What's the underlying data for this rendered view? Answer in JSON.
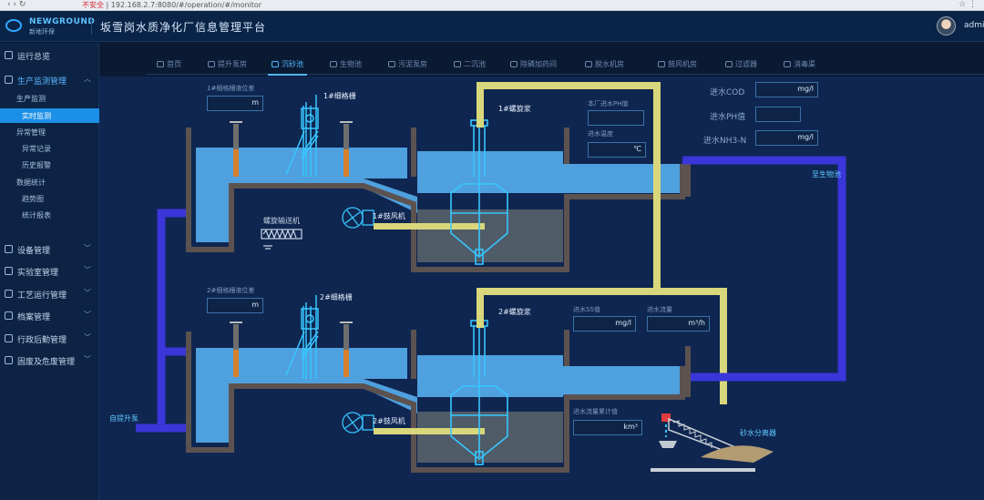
{
  "browser": {
    "nav": "‹ › ↻",
    "security": "不安全",
    "url": "| 192.168.2.7:8080/#/operation/#/monitor",
    "right": "☆ ⋮"
  },
  "header": {
    "logo_name": "NEWGROUND",
    "logo_sub": "新地环保",
    "title": "坂雪岗水质净化厂信息管理平台",
    "user": "admin ▾"
  },
  "sidebar": {
    "items": [
      {
        "label": "运行总览",
        "chev": ""
      },
      {
        "label": "生产监测管理",
        "chev": "︿"
      },
      {
        "label": "设备管理",
        "chev": "﹀"
      },
      {
        "label": "实验室管理",
        "chev": "﹀"
      },
      {
        "label": "工艺运行管理",
        "chev": "﹀"
      },
      {
        "label": "档案管理",
        "chev": "﹀"
      },
      {
        "label": "行政后勤管理",
        "chev": "﹀"
      },
      {
        "label": "固废及危废管理",
        "chev": "﹀"
      }
    ],
    "sub": {
      "monitor": "生产监测",
      "realtime": "实时监测",
      "alarm": "异常管理",
      "alarm_record": "异常记录",
      "history": "历史报警",
      "stats": "数据统计",
      "trend": "趋势图",
      "report": "统计报表"
    }
  },
  "tabs": [
    {
      "label": "首页"
    },
    {
      "label": "提升泵房"
    },
    {
      "label": "沉砂池"
    },
    {
      "label": "生物池"
    },
    {
      "label": "污泥泵房"
    },
    {
      "label": "二沉池"
    },
    {
      "label": "除磷加药间"
    },
    {
      "label": "脱水机房"
    },
    {
      "label": "鼓风机房"
    },
    {
      "label": "过滤器"
    },
    {
      "label": "消毒渠"
    }
  ],
  "scene": {
    "level1_title": "1#细格栅液位差",
    "level2_title": "2#细格栅液位差",
    "unit_m": "m",
    "grille1": "1#细格栅",
    "grille2": "2#细格栅",
    "screw1": "1#螺旋浆",
    "screw2": "2#螺旋浆",
    "blower1": "1#鼓风机",
    "blower2": "2#鼓风机",
    "conveyor": "螺旋输送机",
    "ph_label": "本厂进水PH值",
    "temp_label": "进水温度",
    "unit_c": "℃",
    "cod_label": "进水COD",
    "ph_in_label": "进水PH值",
    "nh3_label": "进水NH3-N",
    "unit_mgl": "mg/l",
    "to_bio": "至生物池",
    "ss_label": "进水SS值",
    "flow_label": "进水流量",
    "unit_flow": "m³/h",
    "total_label": "进水流量累计值",
    "unit_km": "km³",
    "sand_sep": "砂水分离器",
    "from_pump": "自提升泵"
  },
  "colors": {
    "water": "#4fa0de",
    "tank_wall": "#5c5250",
    "pipe_blue": "#3a36d9",
    "pipe_yellow": "#d9d77b",
    "cyan": "#37c7ff"
  }
}
